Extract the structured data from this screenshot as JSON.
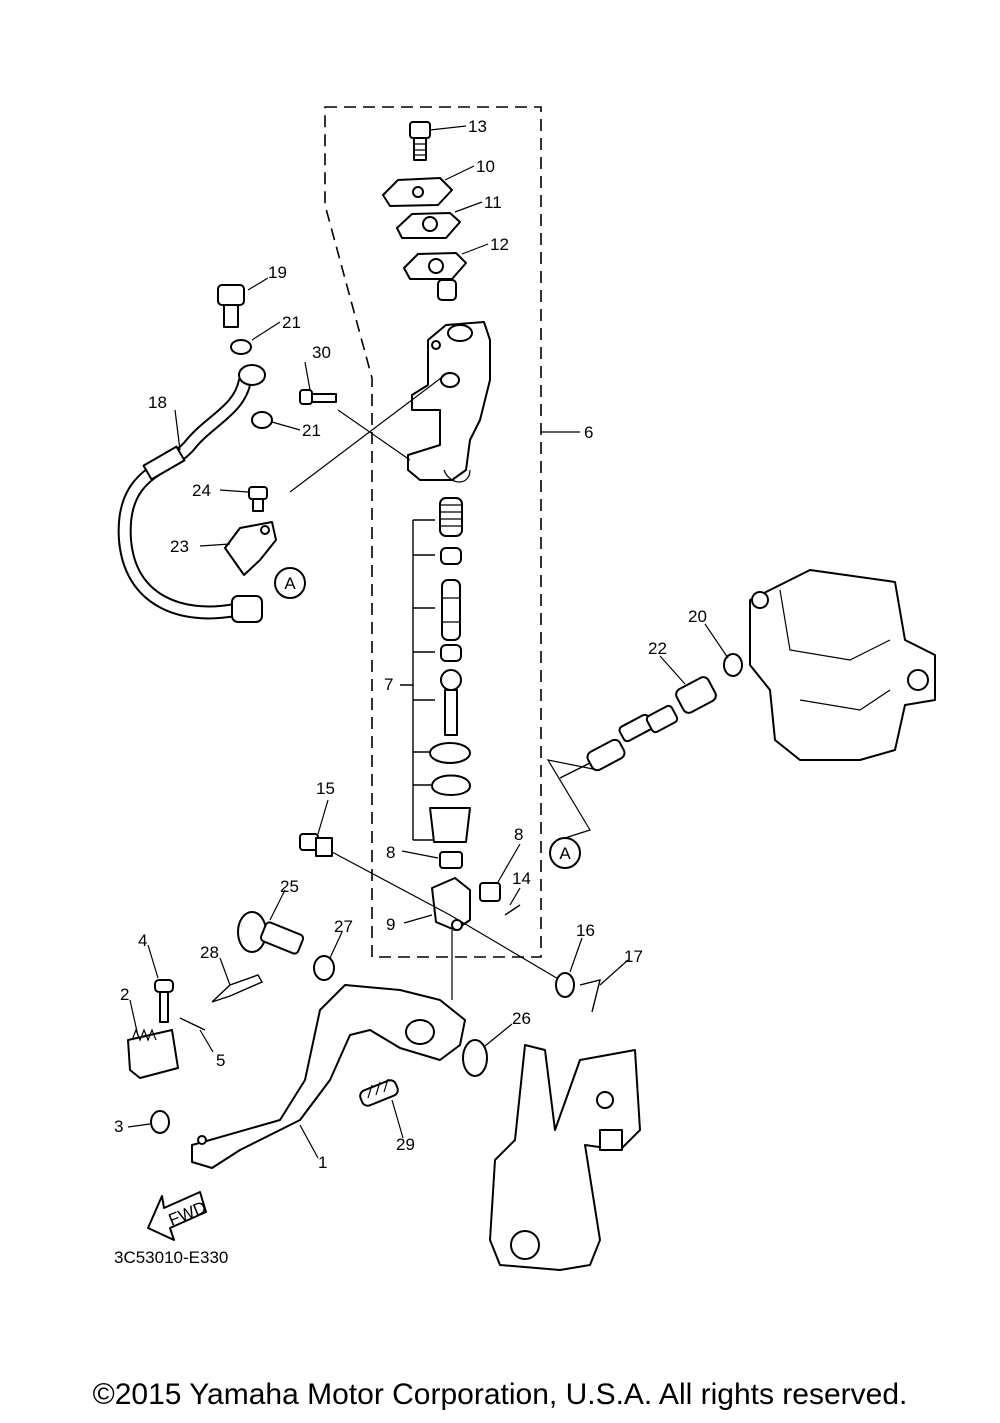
{
  "diagram_code": "3C53010-E330",
  "copyright": "©2015 Yamaha Motor Corporation, U.S.A. All rights reserved.",
  "direction_label": "FWD",
  "connector_ref": "A",
  "callouts": [
    "1",
    "2",
    "3",
    "4",
    "5",
    "6",
    "7",
    "8",
    "8",
    "9",
    "10",
    "11",
    "12",
    "13",
    "14",
    "15",
    "16",
    "17",
    "18",
    "19",
    "20",
    "21",
    "21",
    "22",
    "23",
    "24",
    "25",
    "26",
    "27",
    "28",
    "29",
    "30"
  ]
}
